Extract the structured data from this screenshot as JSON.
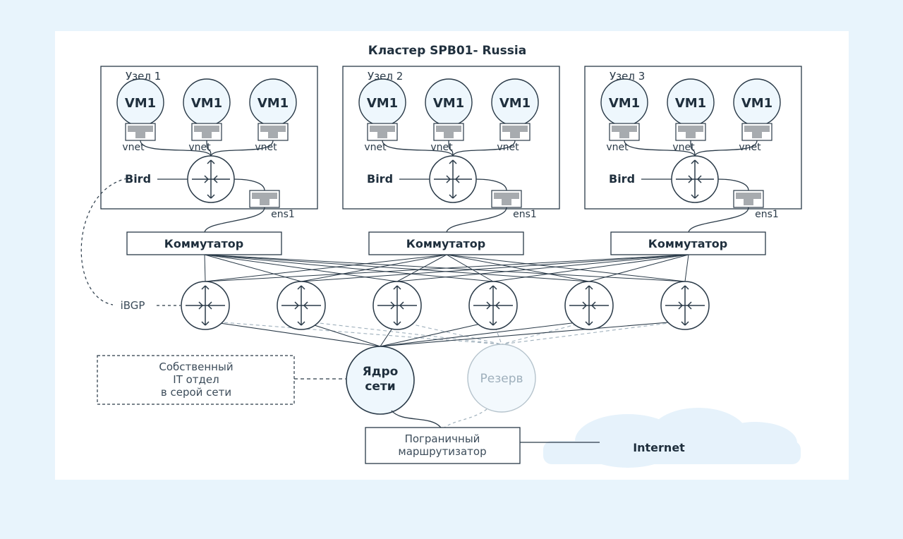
{
  "title": "Кластер SPB01- Russia",
  "nodes": [
    {
      "label": "Узел 1",
      "vms": [
        "VM1",
        "VM1",
        "VM1"
      ]
    },
    {
      "label": "Узел 2",
      "vms": [
        "VM1",
        "VM1",
        "VM1"
      ]
    },
    {
      "label": "Узел 3",
      "vms": [
        "VM1",
        "VM1",
        "VM1"
      ]
    }
  ],
  "vnet_label": "vnet",
  "bird_label": "Bird",
  "ens_label": "ens1",
  "switch_label": "Коммутатор",
  "ibgp_label": "iBGP",
  "core_label": [
    "Ядро",
    "сети"
  ],
  "reserve_label": "Резерв",
  "it_dept": [
    "Собственный",
    "IT отдел",
    "в серой сети"
  ],
  "border_router": [
    "Пограничный",
    "маршрутизатор"
  ],
  "internet_label": "Internet",
  "colors": {
    "line": "#2a3a48",
    "cloud": "#e6f2fb",
    "vm_fill": "#eef7fd",
    "port": "#a7abaf",
    "reserve_stroke": "#b5c3cc"
  }
}
